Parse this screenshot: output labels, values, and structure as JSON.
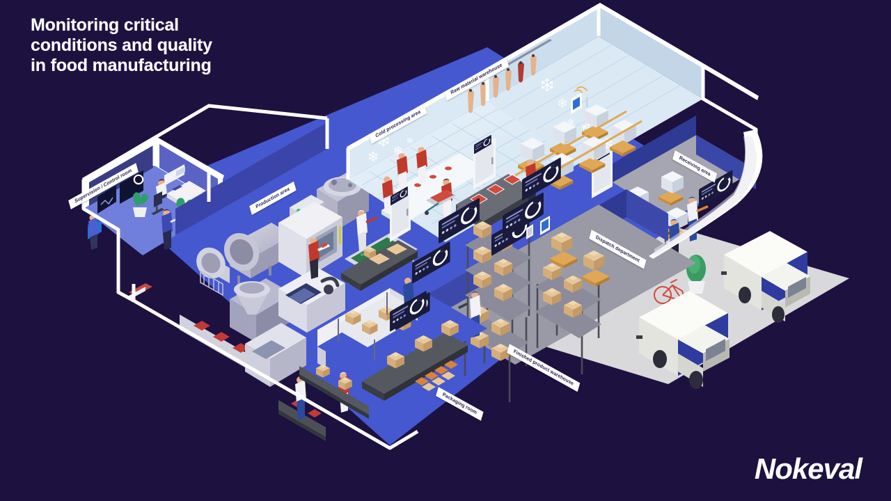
{
  "page": {
    "title_text": "Monitoring critical\nconditions and quality\nin food manufacturing",
    "brand": "Nokeval",
    "background_color": "#1d1140",
    "accent_blue": "#3b4bc8",
    "floor_blue": "#4558cf",
    "floor_gray": "#9a9aa6",
    "cold_floor": "#dfeaf4",
    "wall_dark": "#2e3a8f",
    "panel_navy": "#20204a"
  },
  "labels": {
    "control_room": "Supervision / Control room",
    "production_area": "Production area",
    "cold_processing": "Cold processing area",
    "raw_material": "Raw material warehouse",
    "receiving": "Receiving area",
    "dispatch": "Dispatch department",
    "finished_product": "Finished product warehouse",
    "packaging": "Packaging room"
  },
  "zones": [
    {
      "id": "control-room",
      "label": "Supervision / Control room"
    },
    {
      "id": "production-area",
      "label": "Production area"
    },
    {
      "id": "cold-processing",
      "label": "Cold processing area"
    },
    {
      "id": "raw-material",
      "label": "Raw material warehouse"
    },
    {
      "id": "receiving-area",
      "label": "Receiving area"
    },
    {
      "id": "dispatch",
      "label": "Dispatch department"
    },
    {
      "id": "finished-product",
      "label": "Finished product warehouse"
    },
    {
      "id": "packaging-room",
      "label": "Packaging room"
    }
  ],
  "devices": {
    "display_panel_name": "nokeval-display-panel",
    "wireless_sensor_name": "wireless-sensor",
    "count_display_panels": 9
  }
}
